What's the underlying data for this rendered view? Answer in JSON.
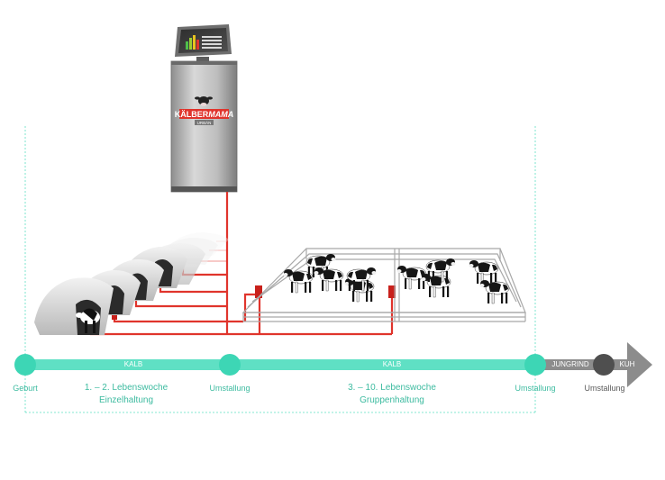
{
  "device": {
    "brand_line1": "KÄLBER",
    "brand_line2": "MAMA",
    "sub_badge": "URBÁN",
    "accent": "#e0342c"
  },
  "timeline": {
    "band_labels": [
      "KALB",
      "KALB",
      "JUNGRIND",
      "KUH"
    ],
    "points": [
      "Geburt",
      "Umstallung",
      "Umstallung",
      "Umstallung"
    ],
    "phase1": {
      "line1": "1. – 2. Lebenswoche",
      "line2": "Einzelhaltung"
    },
    "phase2": {
      "line1": "3. – 10. Lebenswoche",
      "line2": "Gruppenhaltung"
    },
    "teal": "#5fe0c4",
    "gray": "#8c8c8c"
  }
}
